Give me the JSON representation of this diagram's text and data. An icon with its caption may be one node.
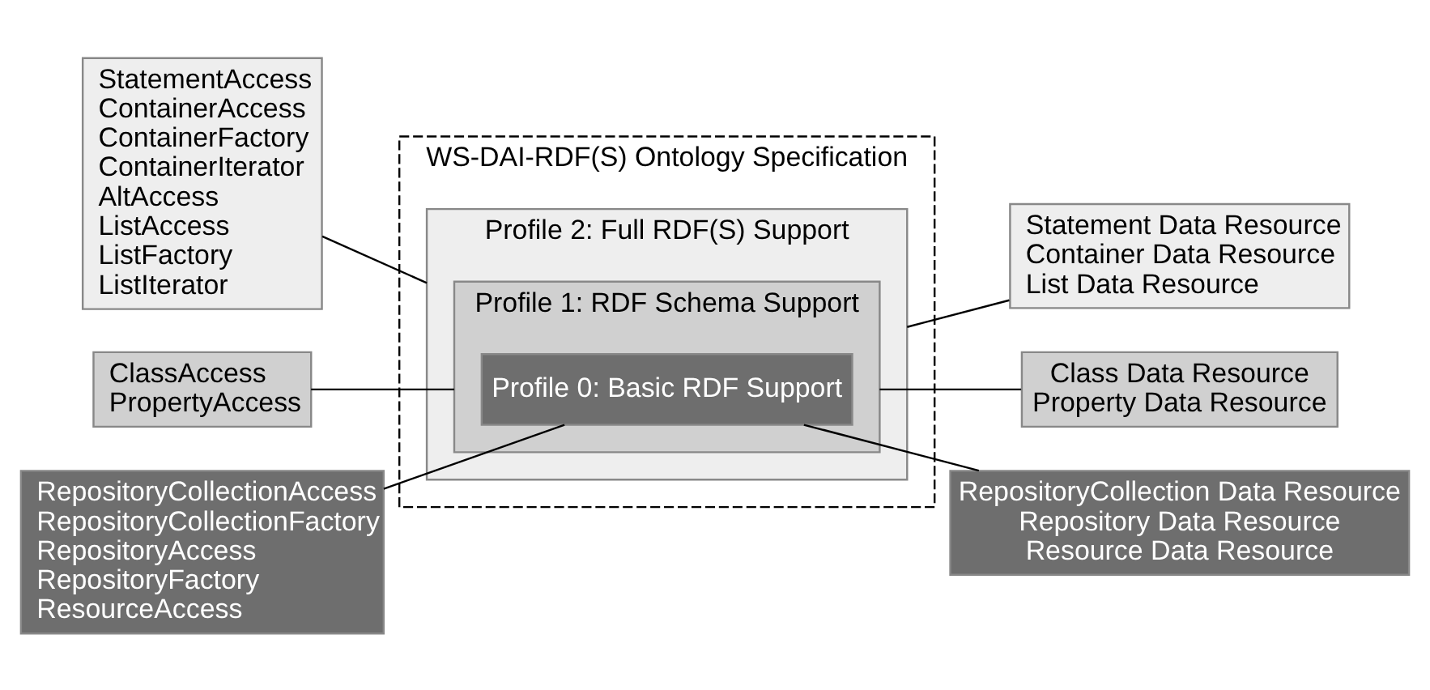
{
  "diagram": {
    "nodes": [
      {
        "text": [
          "WS-DAI-RDF(S) Ontology Specification"
        ]
      },
      {
        "text": [
          "Profile 2: Full RDF(S) Support"
        ],
        "in": 0
      },
      {
        "text": [
          "Profile 1: RDF Schema Support"
        ],
        "in": 1
      },
      {
        "text": [
          "Profile 0: Basic RDF Support"
        ],
        "in": 2
      },
      {
        "text": [
          "StatementAccess",
          "ContainerAccess",
          "ContainerFactory",
          "ContainerIterator",
          "AltAccess",
          "ListAccess",
          "ListFactory",
          "ListIterator"
        ]
      },
      {
        "text": [
          "Statement Data Resource",
          "Container Data Resource",
          "List Data Resource"
        ]
      },
      {
        "text": [
          "ClassAccess",
          "PropertyAccess"
        ]
      },
      {
        "text": [
          "Class Data Resource",
          "Property Data Resource"
        ]
      },
      {
        "text": [
          "RepositoryCollectionAccess",
          "RepositoryCollectionFactory",
          "RepositoryAccess",
          "RepositoryFactory",
          "ResourceAccess"
        ]
      },
      {
        "text": [
          "RepositoryCollection Data Resource",
          "Repository Data Resource",
          "Resource Data Resource"
        ]
      }
    ],
    "edges": [
      {
        "from": 4,
        "to": 1,
        "arrow": "none"
      },
      {
        "from": 5,
        "to": 1,
        "arrow": "none"
      },
      {
        "from": 6,
        "to": 2,
        "arrow": "none"
      },
      {
        "from": 7,
        "to": 2,
        "arrow": "none"
      },
      {
        "from": 8,
        "to": 3,
        "arrow": "none"
      },
      {
        "from": 9,
        "to": 3,
        "arrow": "none"
      }
    ]
  }
}
